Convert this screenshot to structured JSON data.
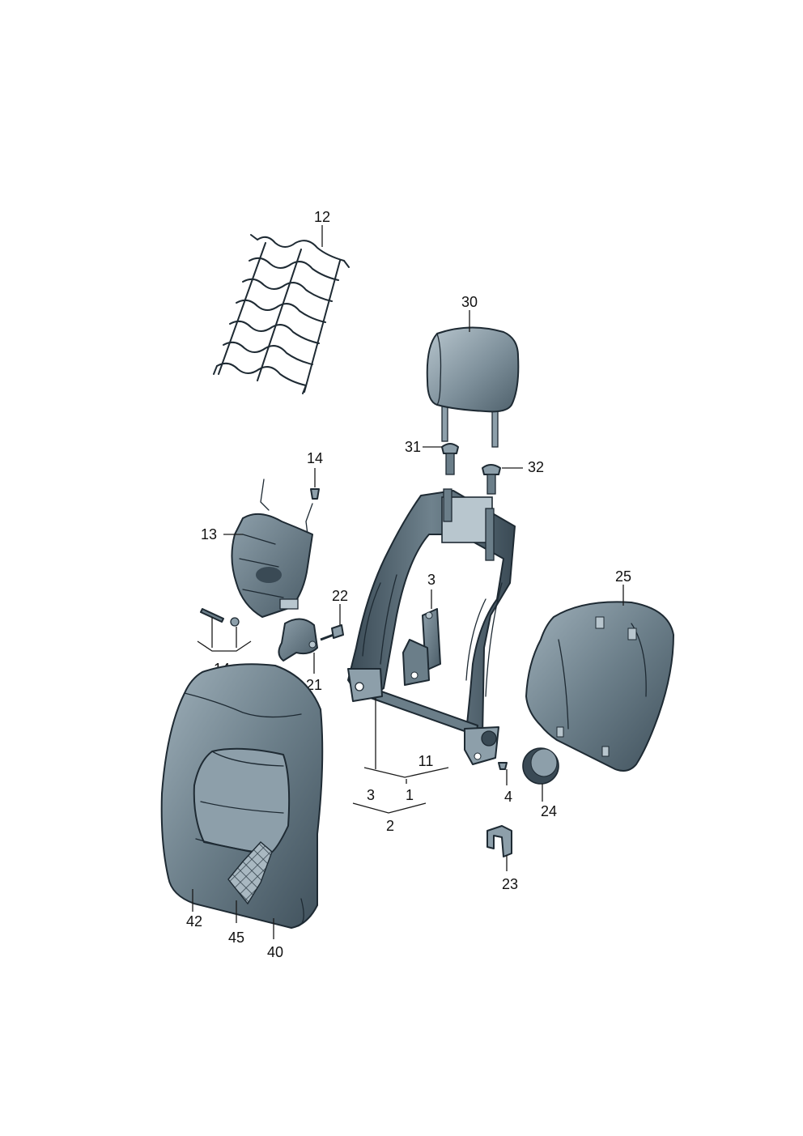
{
  "colors": {
    "part_dark": "#3a4a55",
    "part_mid": "#5c6f7b",
    "part_light": "#8d9faa",
    "part_highlight": "#b8c6ce",
    "outline": "#1e2a33",
    "background": "#ffffff"
  },
  "labels": {
    "l12": "12",
    "l30": "30",
    "l31": "31",
    "l32": "32",
    "l14_top": "14",
    "l13": "13",
    "l22": "22",
    "l3_top": "3",
    "l25": "25",
    "l14_bottom": "14",
    "l21": "21",
    "l11": "11",
    "l3_bottom": "3",
    "l1": "1",
    "l2": "2",
    "l4": "4",
    "l24": "24",
    "l23": "23",
    "l42": "42",
    "l45": "45",
    "l40": "40"
  }
}
